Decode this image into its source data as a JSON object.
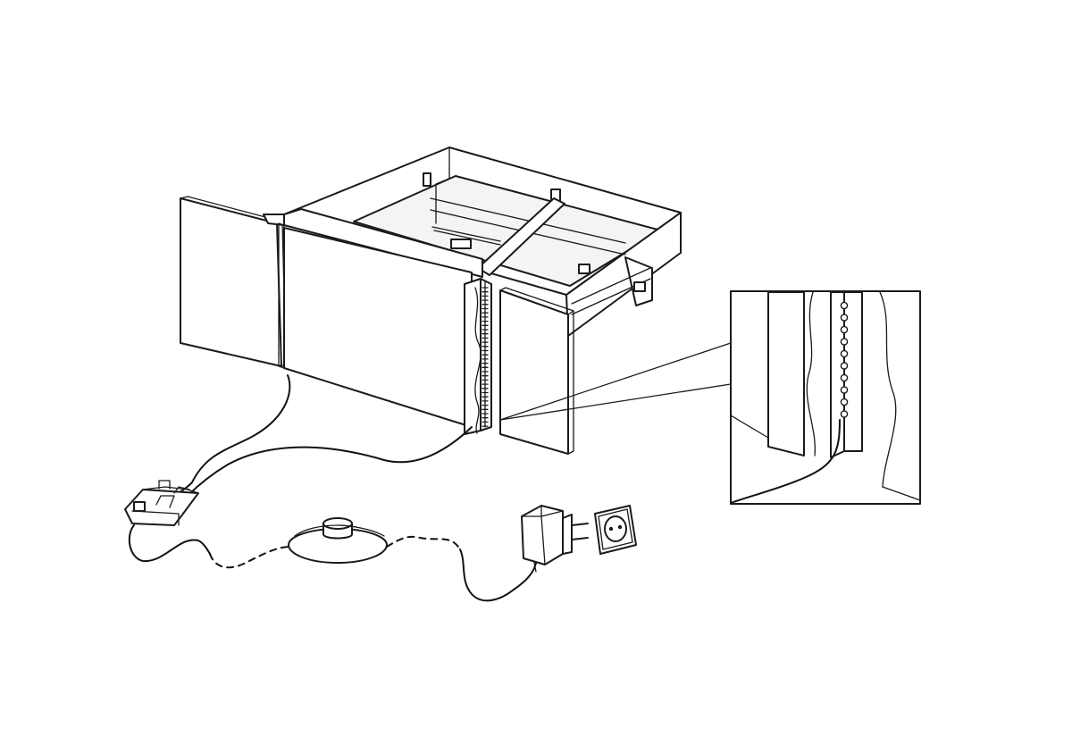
{
  "figure": {
    "description_alt": "",
    "colors": {
      "line": "#1a1a1a",
      "background": "#ffffff",
      "panel_fill": "#ffffff",
      "panel_shade": "#f4f4f4"
    },
    "parts": [
      {
        "id": "drawer-frame",
        "icon": "drawer-frame"
      },
      {
        "id": "left-panel",
        "icon": "panel"
      },
      {
        "id": "front-panel",
        "icon": "panel"
      },
      {
        "id": "right-panel",
        "icon": "panel"
      },
      {
        "id": "led-strip",
        "icon": "led-strip"
      },
      {
        "id": "connector-block",
        "icon": "connector"
      },
      {
        "id": "push-switch",
        "icon": "round-button-switch"
      },
      {
        "id": "power-adapter",
        "icon": "plug-adapter"
      },
      {
        "id": "wall-socket",
        "icon": "outlet"
      },
      {
        "id": "detail-callout",
        "icon": "magnified-detail"
      }
    ]
  }
}
